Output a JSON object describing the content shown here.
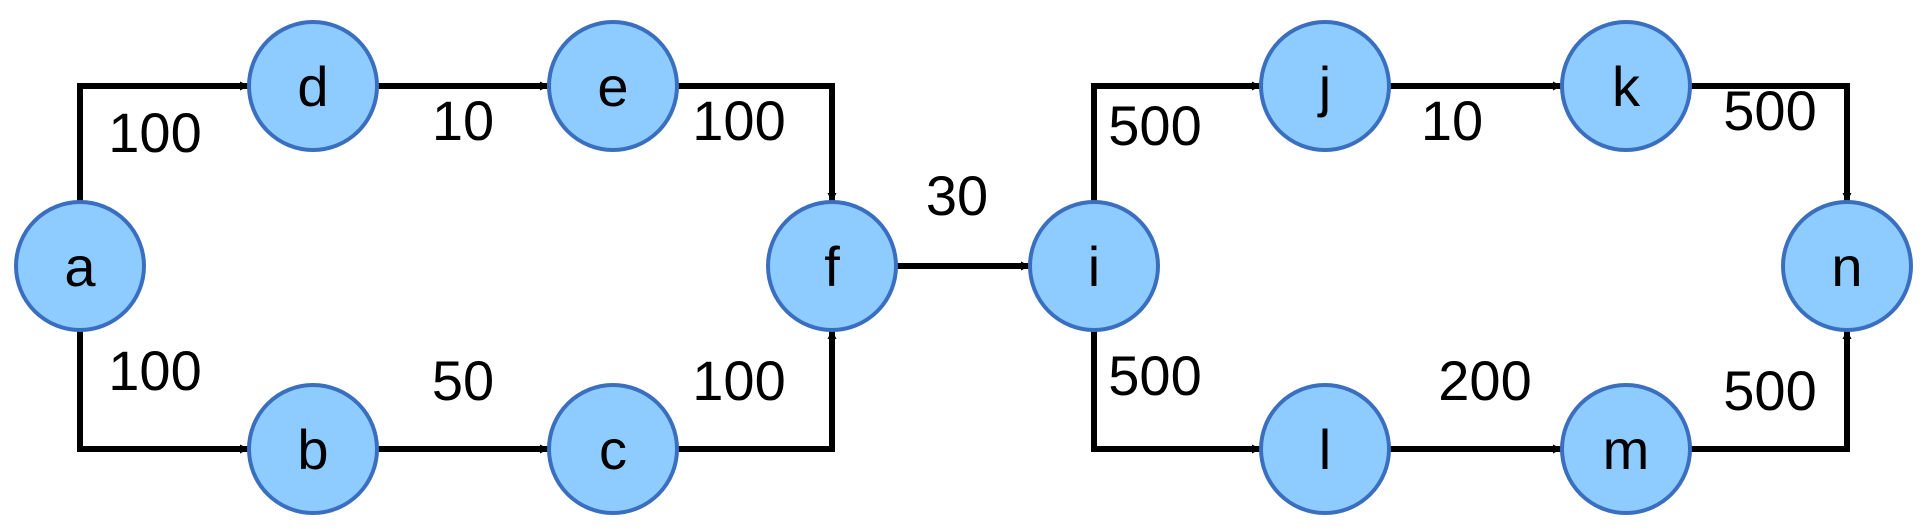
{
  "colors": {
    "node_fill": "#8ecbff",
    "node_stroke": "#3a6fc0",
    "edge": "#000000"
  },
  "nodes": [
    {
      "id": "a",
      "label": "a"
    },
    {
      "id": "b",
      "label": "b"
    },
    {
      "id": "c",
      "label": "c"
    },
    {
      "id": "d",
      "label": "d"
    },
    {
      "id": "e",
      "label": "e"
    },
    {
      "id": "f",
      "label": "f"
    },
    {
      "id": "i",
      "label": "i"
    },
    {
      "id": "j",
      "label": "j"
    },
    {
      "id": "k",
      "label": "k"
    },
    {
      "id": "l",
      "label": "l"
    },
    {
      "id": "m",
      "label": "m"
    },
    {
      "id": "n",
      "label": "n"
    }
  ],
  "edges": [
    {
      "from": "a",
      "to": "d",
      "weight": "100"
    },
    {
      "from": "d",
      "to": "e",
      "weight": "10"
    },
    {
      "from": "e",
      "to": "f",
      "weight": "100"
    },
    {
      "from": "a",
      "to": "b",
      "weight": "100"
    },
    {
      "from": "b",
      "to": "c",
      "weight": "50"
    },
    {
      "from": "c",
      "to": "f",
      "weight": "100"
    },
    {
      "from": "f",
      "to": "i",
      "weight": "30"
    },
    {
      "from": "i",
      "to": "j",
      "weight": "500"
    },
    {
      "from": "j",
      "to": "k",
      "weight": "10"
    },
    {
      "from": "k",
      "to": "n",
      "weight": "500"
    },
    {
      "from": "i",
      "to": "l",
      "weight": "500"
    },
    {
      "from": "l",
      "to": "m",
      "weight": "200"
    },
    {
      "from": "m",
      "to": "n",
      "weight": "500"
    }
  ]
}
